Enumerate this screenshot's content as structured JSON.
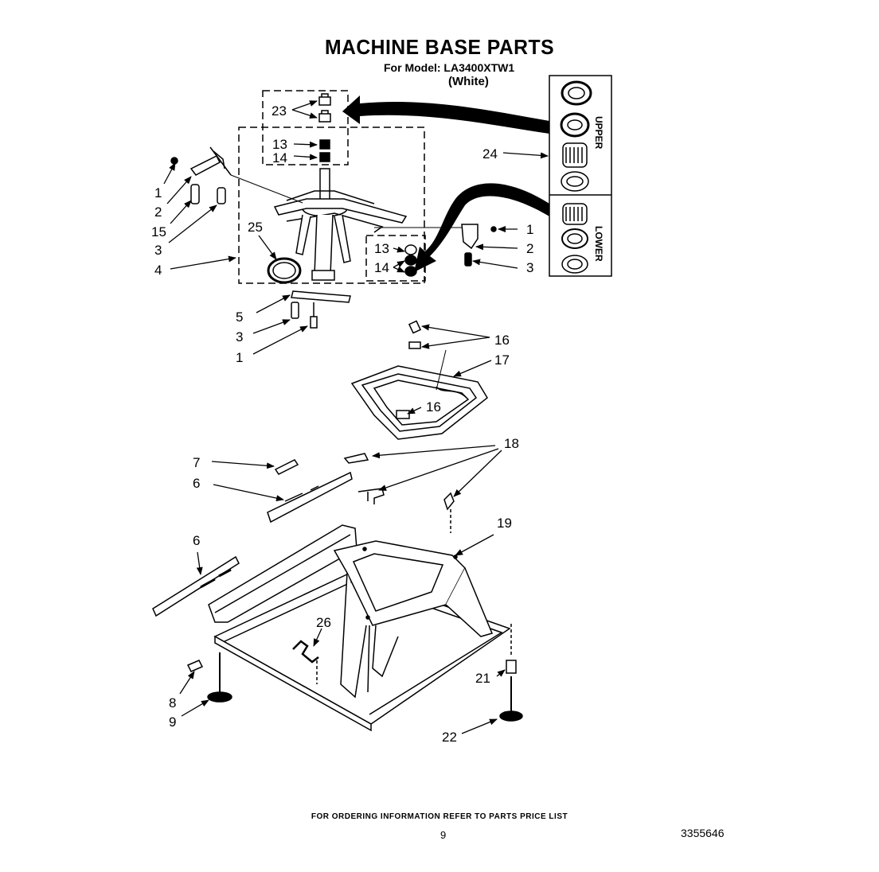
{
  "header": {
    "title": "MACHINE BASE PARTS",
    "model": "For Model: LA3400XTW1",
    "color": "(White)"
  },
  "inset": {
    "upper_label": "UPPER",
    "lower_label": "LOWER"
  },
  "callouts": {
    "c23": "23",
    "c13a": "13",
    "c14a": "14",
    "c1a": "1",
    "c2a": "2",
    "c15": "15",
    "c3a": "3",
    "c4": "4",
    "c25": "25",
    "c5": "5",
    "c3b": "3",
    "c1b": "1",
    "c1c": "1",
    "c2c": "2",
    "c3c": "3",
    "c13b": "13",
    "c14b": "14",
    "c24": "24",
    "c16a": "16",
    "c16b": "16",
    "c17": "17",
    "c18": "18",
    "c7": "7",
    "c6a": "6",
    "c6b": "6",
    "c19": "19",
    "c26": "26",
    "c8": "8",
    "c9": "9",
    "c21": "21",
    "c22": "22"
  },
  "footer": {
    "note": "FOR ORDERING INFORMATION REFER TO PARTS PRICE LIST",
    "page_number": "9",
    "doc_number": "3355646"
  }
}
